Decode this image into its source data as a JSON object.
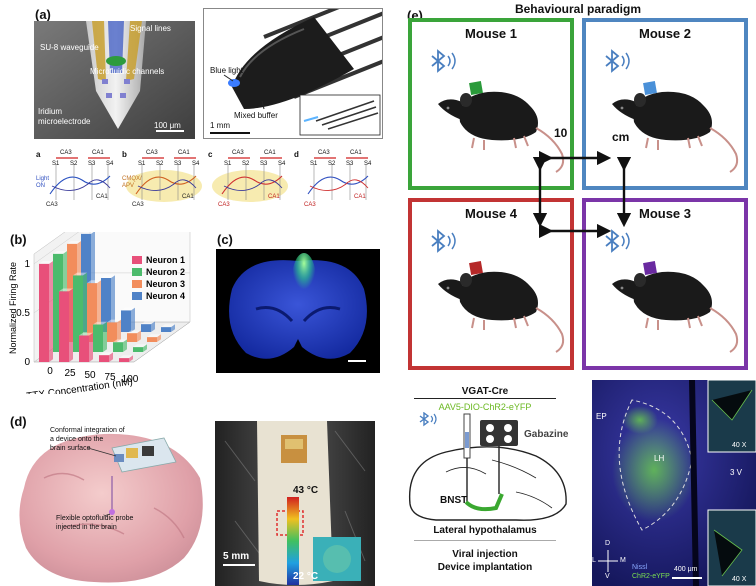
{
  "panels": {
    "a": {
      "label": "(a)",
      "sem": {
        "labels": [
          "Signal lines",
          "SU-8 waveguide",
          "Microfluidic channels",
          "Iridium",
          "microelectrode"
        ],
        "scalebar": "100 μm"
      },
      "photo": {
        "labels": [
          "Blue light",
          "Mixed buffer"
        ],
        "scalebar": "1 mm"
      },
      "schematics": [
        {
          "id": "a",
          "heads": [
            "CA3",
            "CA1"
          ],
          "sites": [
            "S1",
            "S2",
            "S3",
            "S4"
          ],
          "side": [
            "Light",
            "ON"
          ],
          "bottom": [
            "CA3",
            "CA1"
          ]
        },
        {
          "id": "b",
          "heads": [
            "CA3",
            "CA1"
          ],
          "sites": [
            "S1",
            "S2",
            "S3",
            "S4"
          ],
          "side": [
            "CMQX/",
            "APV"
          ],
          "bottom": [
            "CA3",
            "CA1"
          ]
        },
        {
          "id": "c",
          "heads": [
            "CA3",
            "CA1"
          ],
          "sites": [
            "S1",
            "S2",
            "S3",
            "S4"
          ],
          "side": [],
          "bottom": [
            "CA3",
            "CA1"
          ]
        },
        {
          "id": "d",
          "heads": [
            "CA3",
            "CA1"
          ],
          "sites": [
            "S1",
            "S2",
            "S3",
            "S4"
          ],
          "side": [],
          "bottom": [
            "CA3",
            "CA1"
          ]
        }
      ]
    },
    "b": {
      "label": "(b)"
    },
    "c": {
      "label": "(c)"
    },
    "d": {
      "label": "(d)",
      "annot1": [
        "Conformal integration of",
        "a device onto the",
        "brain surface"
      ],
      "annot2": [
        "Flexible optofluidic probe",
        "injected in the brain"
      ],
      "temp_high": "43 °C",
      "temp_low": "22 °C",
      "scalebar": "5 mm"
    },
    "e": {
      "label": "(e)",
      "title": "Behavioural paradigm",
      "distance": [
        "10",
        "cm"
      ],
      "mice": [
        {
          "name": "Mouse 1",
          "color": "#3aa43a",
          "device": "#2a9a3a"
        },
        {
          "name": "Mouse 2",
          "color": "#4f86c0",
          "device": "#4a90d8"
        },
        {
          "name": "Mouse 4",
          "color": "#c23434",
          "device": "#b52828"
        },
        {
          "name": "Mouse 3",
          "color": "#7b35a8",
          "device": "#6a2aa0"
        }
      ],
      "schematic": {
        "strain": "VGAT-Cre",
        "virus": "AAV5-DIO-ChR2-eYFP",
        "drug": "Gabazine",
        "region": "BNST",
        "target": "Lateral hypothalamus",
        "caption": [
          "Viral injection",
          "Device implantation"
        ]
      },
      "histology": {
        "regions": [
          "EP",
          "LH",
          "3 V"
        ],
        "insets": [
          "40 X",
          "40 X"
        ],
        "compass": [
          "D",
          "L",
          "M",
          "V"
        ],
        "legend": [
          "Nissl",
          "ChR2-eYFP"
        ],
        "scalebar": "400 μm"
      }
    }
  },
  "chart_data": {
    "type": "bar",
    "subtype": "3d-bar",
    "categories": [
      "0",
      "25",
      "50",
      "75",
      "100"
    ],
    "xlabel": "TTX Concentration (nM)",
    "ylabel": "Normalized Firing Rate",
    "yticks": [
      "0",
      "0.5",
      "1"
    ],
    "ylim": [
      0,
      1.1
    ],
    "legend_position": "top-right",
    "series": [
      {
        "name": "Neuron 1",
        "color": "#e8507a",
        "values": [
          1.0,
          0.72,
          0.27,
          0.07,
          0.04
        ]
      },
      {
        "name": "Neuron 2",
        "color": "#4cbb6c",
        "values": [
          1.0,
          0.78,
          0.28,
          0.1,
          0.05
        ]
      },
      {
        "name": "Neuron 3",
        "color": "#f28d5c",
        "values": [
          1.0,
          0.6,
          0.2,
          0.09,
          0.05
        ]
      },
      {
        "name": "Neuron 4",
        "color": "#4f82c7",
        "values": [
          1.0,
          0.55,
          0.22,
          0.08,
          0.05
        ]
      }
    ]
  }
}
